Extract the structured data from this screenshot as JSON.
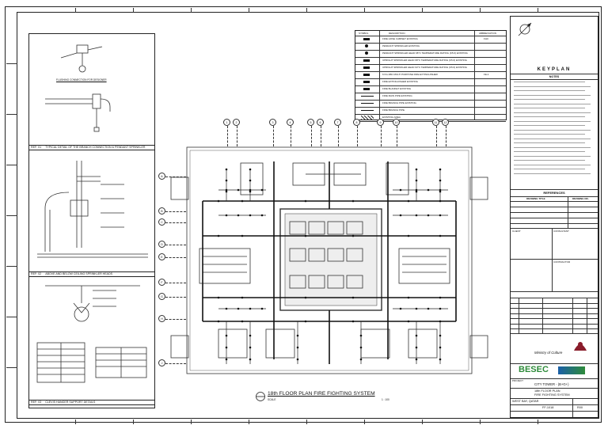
{
  "details": {
    "d1_tag": "REF: 01",
    "d1_title": "TYPICAL DETAIL OF THE BRANCH CONNECTION & PENDANT SPRINKLER",
    "d1_sub": "FLUSHING CONNECTION FOR DESIGNER",
    "d2_tag": "REF: 02",
    "d2_title": "ABOVE AND BELOW CEILING SPRINKLER HEADS",
    "d3_tag": "REF: 03",
    "d3_title": "CLEVIS HANGER SUPPORT DETAILS"
  },
  "legend": {
    "headers": [
      "SYMBOL",
      "DESCRIPTION",
      "ABBREVIATION"
    ],
    "rows": [
      {
        "desc": "FIRE HOSE CABINET EXISTING",
        "abbr": "FHC"
      },
      {
        "desc": "PENDANT SPRINKLER EXISTING",
        "abbr": ""
      },
      {
        "desc": "PENDANT SPRINKLER HEAD 68°C TEMPERATURE RATING (K5.6) EXISTING",
        "abbr": ""
      },
      {
        "desc": "UPRIGHT SPRINKLER HEAD 68°C TEMPERATURE RATING (K5.6) EXISTING",
        "abbr": ""
      },
      {
        "desc": "UPRIGHT SPRINKLER HEAD 93°C TEMPERATURE RATING (K5.6) EXISTING",
        "abbr": ""
      },
      {
        "desc": "6 KG ABC MULTI PURPOSE FIRE EXTINGUISHER",
        "abbr": "FE-1"
      },
      {
        "desc": "FIRE EXTINGUISHER EXISTING",
        "abbr": ""
      },
      {
        "desc": "FIRE BLANKET EXISTING",
        "abbr": ""
      },
      {
        "desc": "FIRE MAIN PIPE EXISTING",
        "abbr": ""
      },
      {
        "desc": "FIRE BRANCH PIPE EXISTING",
        "abbr": ""
      },
      {
        "desc": "FIRE BRANCH PIPE",
        "abbr": ""
      },
      {
        "desc": "EXISTING AREA",
        "abbr": ""
      }
    ]
  },
  "plan": {
    "title": "18th FLOOR PLAN FIRE FIGHTING SYSTEM",
    "scale": "SCALE",
    "scale_value": "1 : 100",
    "grid_top": [
      "1",
      "2",
      "3",
      "4",
      "5",
      "6",
      "7",
      "8",
      "9",
      "10",
      "11",
      "12"
    ],
    "grid_left": [
      "A",
      "B",
      "C",
      "D",
      "E",
      "F",
      "G",
      "H",
      "J"
    ]
  },
  "keyplan": {
    "title": "KEYPLAN",
    "notes_title": "NOTES"
  },
  "title_block": {
    "references_title": "REFERENCES",
    "ref_col1": "DRAWING TITLE",
    "ref_col2": "DRAWING NO.",
    "client_label": "CLIENT",
    "consultant_label": "CONSULTANT",
    "contractor_label": "CONTRACTOR",
    "ministry": "Ministry of Culture",
    "contractor_logo": "BESEC",
    "project_label": "PROJECT",
    "project": "CITY TOWER - (B+G+)",
    "drawing_title_1": "18th FLOOR PLAN",
    "drawing_title_2": "FIRE FIGHTING SYSTEM",
    "location": "WEST BAY, QATAR",
    "dwg_no": "FF-1018",
    "rev": "R00"
  },
  "colors": {
    "line": "#222222",
    "ministry_red": "#8a1c2b",
    "besec_green": "#2e8b3a",
    "besec_blue": "#1b5fa8"
  }
}
